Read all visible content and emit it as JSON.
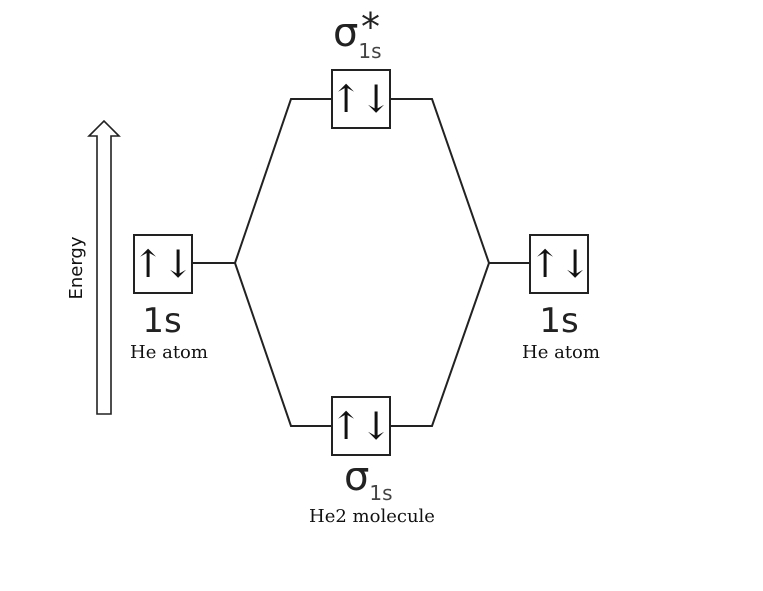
{
  "energy_axis": {
    "label": "Energy"
  },
  "left_atom": {
    "orbital": "1s",
    "name": "He atom",
    "electrons": [
      "↑",
      "↓"
    ]
  },
  "right_atom": {
    "orbital": "1s",
    "name": "He atom",
    "electrons": [
      "↑",
      "↓"
    ]
  },
  "antibonding": {
    "symbol": "σ",
    "star": "*",
    "subscript": "1s",
    "electrons": [
      "↑",
      "↓"
    ]
  },
  "bonding": {
    "symbol": "σ",
    "subscript": "1s",
    "electrons": [
      "↑",
      "↓"
    ]
  },
  "molecule": {
    "name": "He2 molecule"
  }
}
